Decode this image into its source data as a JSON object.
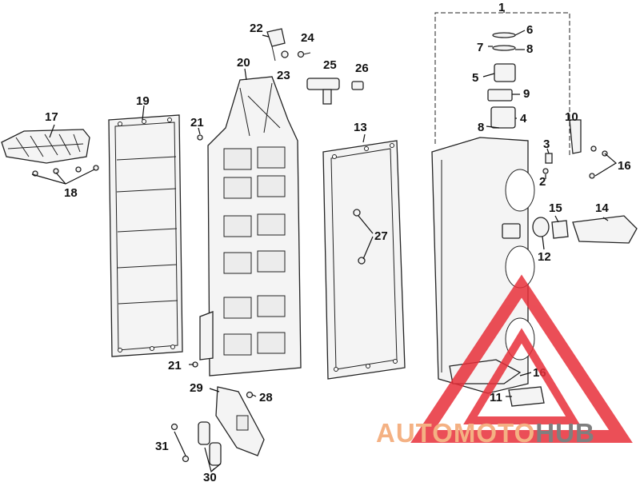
{
  "callouts": [
    "1",
    "2",
    "3",
    "4",
    "5",
    "6",
    "7",
    "8",
    "8",
    "9",
    "10",
    "11",
    "12",
    "13",
    "14",
    "15",
    "16",
    "16",
    "17",
    "18",
    "19",
    "20",
    "21",
    "21",
    "22",
    "23",
    "24",
    "25",
    "26",
    "27",
    "28",
    "29",
    "30",
    "31"
  ],
  "watermark": {
    "part_a": "AUTOMOTO",
    "part_b": "HUB",
    "color_a": "#f4b183",
    "color_b": "#7f7f7f",
    "triangle_color": "#e8303a"
  }
}
